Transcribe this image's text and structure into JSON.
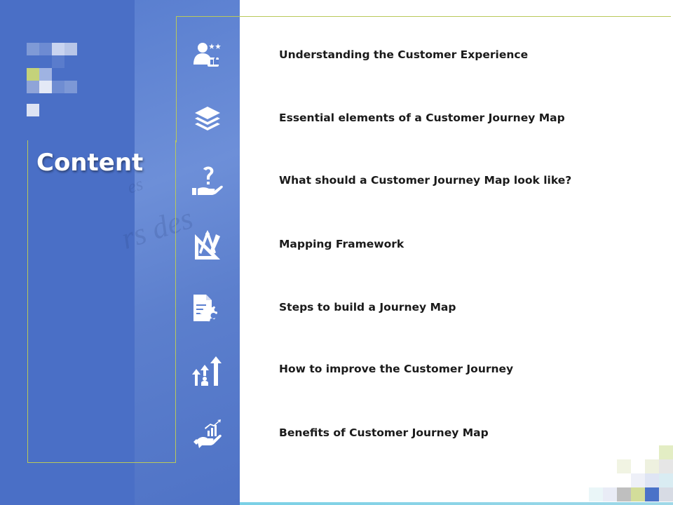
{
  "slide": {
    "title": "Content",
    "items": [
      {
        "label": "Understanding the Customer Experience",
        "icon": "customer-rating-icon"
      },
      {
        "label": "Essential elements of a Customer Journey Map",
        "icon": "layers-icon"
      },
      {
        "label": "What should a Customer Journey Map look like?",
        "icon": "hand-question-icon"
      },
      {
        "label": "Mapping Framework",
        "icon": "drafting-tools-icon"
      },
      {
        "label": "Steps to build a Journey Map",
        "icon": "document-gear-icon"
      },
      {
        "label": "How to improve the Customer Journey",
        "icon": "growth-arrows-icon"
      },
      {
        "label": "Benefits of Customer Journey Map",
        "icon": "hand-chart-icon"
      }
    ]
  },
  "colors": {
    "panel_blue": "#4a72c8",
    "accent_green": "#b9c95a",
    "text_dark": "#1a1a1a",
    "bottom_line": "#7ad0e6"
  }
}
